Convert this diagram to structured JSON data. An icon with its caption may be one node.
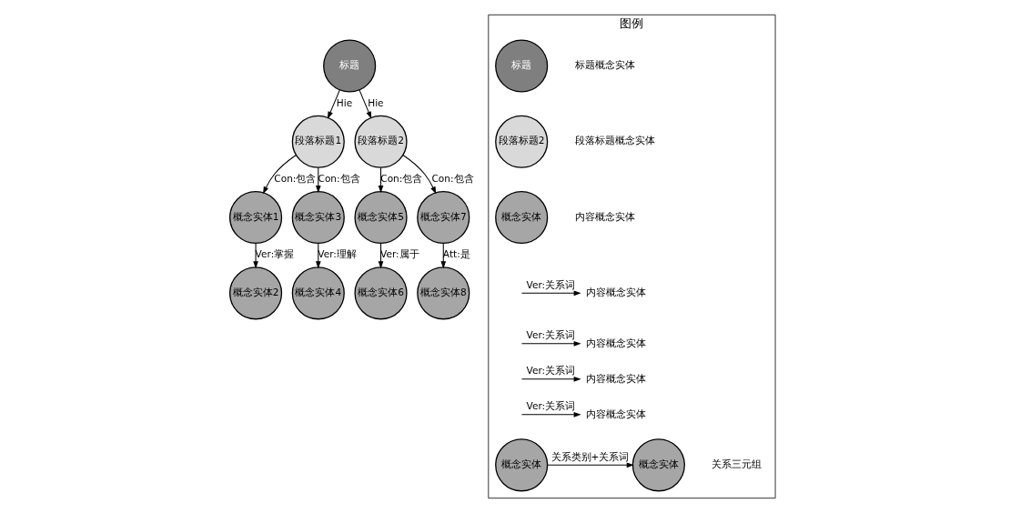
{
  "diagram": {
    "nodes": [
      {
        "text": [
          "标题"
        ]
      },
      {
        "text": [
          "段落标题1"
        ]
      },
      {
        "text": [
          "段落标题2"
        ]
      },
      {
        "text": [
          "概念实体1"
        ]
      },
      {
        "text": [
          "概念实体3"
        ]
      },
      {
        "text": [
          "概念实体5"
        ]
      },
      {
        "text": [
          "概念实体7"
        ]
      },
      {
        "text": [
          "概念实体2"
        ]
      },
      {
        "text": [
          "概念实体4"
        ]
      },
      {
        "text": [
          "概念实体6"
        ]
      },
      {
        "text": [
          "概念实体8"
        ]
      },
      {
        "text": [
          "图例"
        ]
      },
      {
        "text": [
          "标题"
        ],
        "in": 11,
        "beside": [
          "标题概念实体"
        ]
      },
      {
        "text": [
          "段落标题2"
        ],
        "in": 11,
        "beside": [
          "段落标题概念实体"
        ]
      },
      {
        "text": [
          "概念实体"
        ],
        "in": 11,
        "beside": [
          "内容概念实体"
        ]
      },
      {
        "text": [
          "内容概念实体"
        ],
        "in": 11
      },
      {
        "text": [
          "内容概念实体"
        ],
        "in": 11
      },
      {
        "text": [
          "内容概念实体"
        ],
        "in": 11
      },
      {
        "text": [
          "内容概念实体"
        ],
        "in": 11
      },
      {
        "text": [
          "概念实体"
        ],
        "in": 11
      },
      {
        "text": [
          "概念实体"
        ],
        "in": 11,
        "beside": [
          "关系三元组"
        ]
      }
    ],
    "edges": [
      {
        "from": 0,
        "to": 1,
        "arrow": "to",
        "label": "Hie"
      },
      {
        "from": 0,
        "to": 2,
        "arrow": "to",
        "label": "Hie"
      },
      {
        "from": 1,
        "to": 3,
        "arrow": "to",
        "label": "Con:包含"
      },
      {
        "from": 1,
        "to": 4,
        "arrow": "to",
        "label": "Con:包含"
      },
      {
        "from": 2,
        "to": 5,
        "arrow": "to",
        "label": "Con:包含"
      },
      {
        "from": 2,
        "to": 6,
        "arrow": "to",
        "label": "Con:包含"
      },
      {
        "from": 3,
        "to": 7,
        "arrow": "to",
        "label": "Ver:掌握"
      },
      {
        "from": 4,
        "to": 8,
        "arrow": "to",
        "label": "Ver:理解"
      },
      {
        "from": 5,
        "to": 9,
        "arrow": "to",
        "label": "Ver:属于"
      },
      {
        "from": 6,
        "to": 10,
        "arrow": "to",
        "label": "Att:是"
      },
      {
        "from": null,
        "to": 15,
        "arrow": "to",
        "label": "Ver:关系词"
      },
      {
        "from": null,
        "to": 16,
        "arrow": "to",
        "label": "Ver:关系词"
      },
      {
        "from": null,
        "to": 17,
        "arrow": "to",
        "label": "Ver:关系词"
      },
      {
        "from": null,
        "to": 18,
        "arrow": "to",
        "label": "Ver:关系词"
      },
      {
        "from": 19,
        "to": 20,
        "arrow": "to",
        "label": "关系类别+关系词"
      }
    ]
  }
}
